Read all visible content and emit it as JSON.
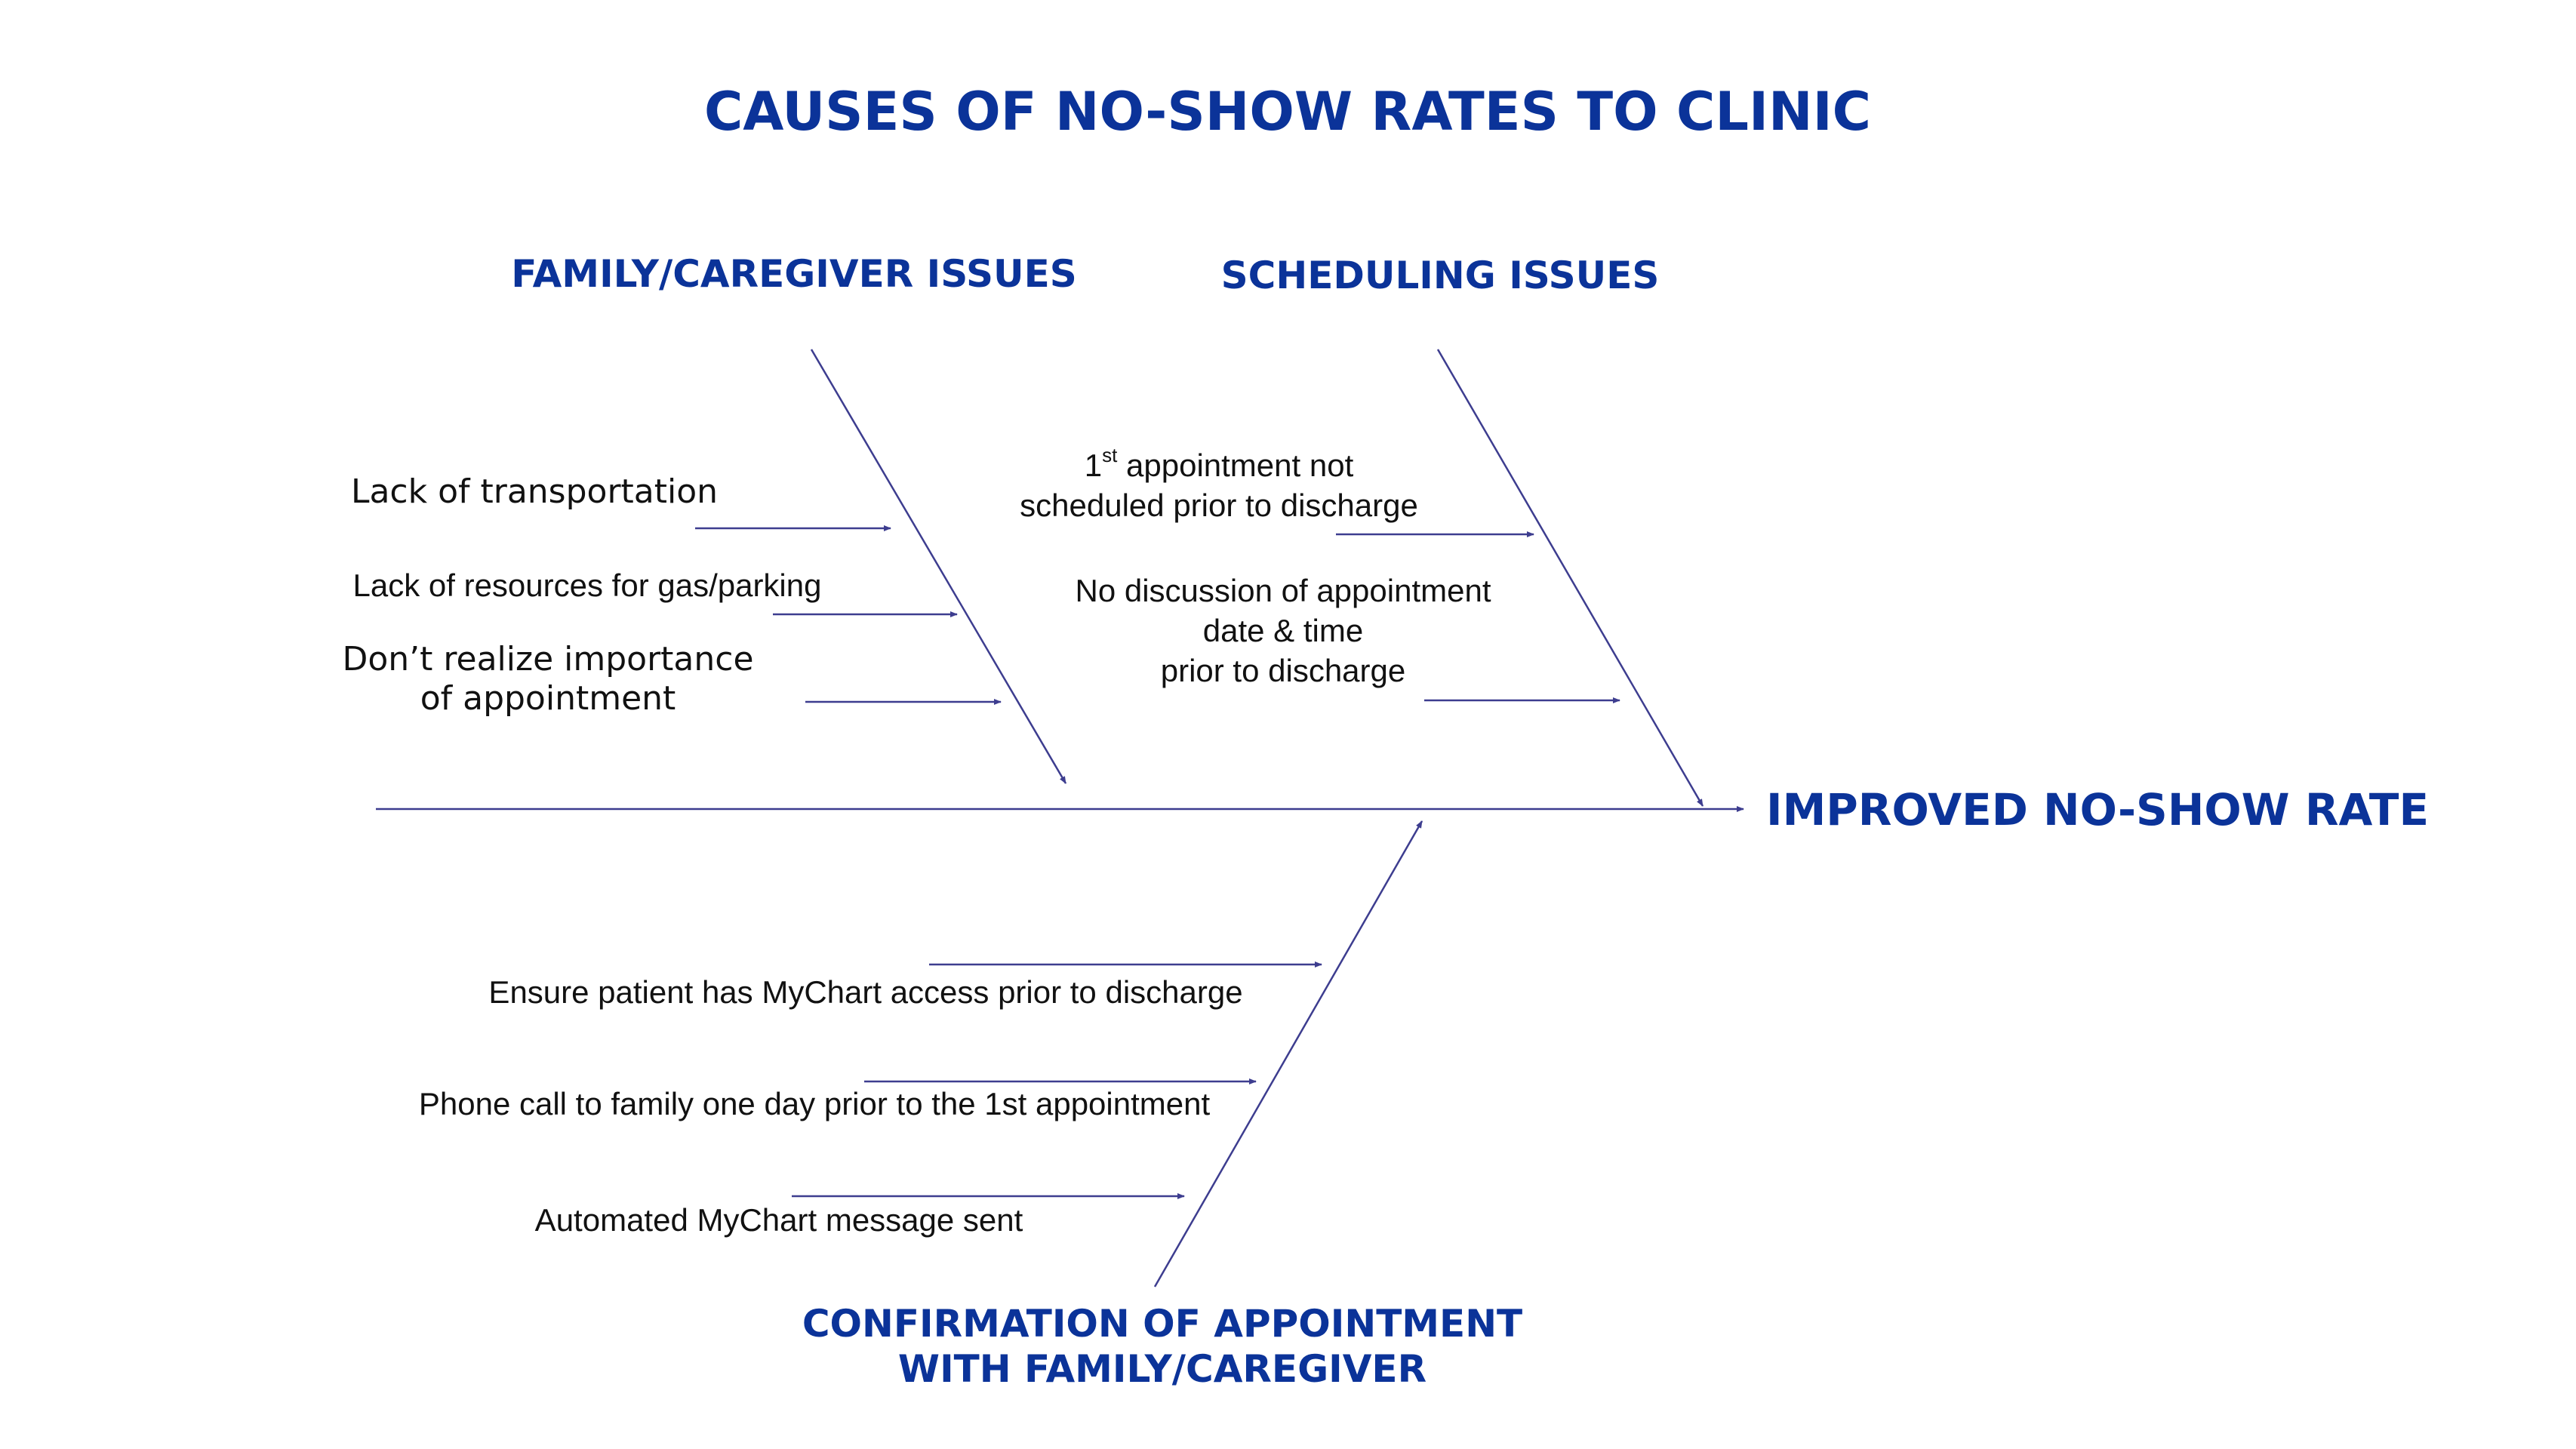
{
  "diagram": {
    "title": "CAUSES OF NO-SHOW RATES TO CLINIC",
    "effect": "IMPROVED NO-SHOW RATE",
    "colors": {
      "heading": "#0b3399",
      "text": "#111111",
      "line": "#3d3d8f"
    },
    "categories": {
      "family": {
        "label": "FAMILY/CAREGIVER ISSUES",
        "causes": [
          "Lack of transportation",
          "Lack of resources for gas/parking",
          "Don’t realize importance",
          "of appointment"
        ]
      },
      "scheduling": {
        "label": "SCHEDULING ISSUES",
        "causes": {
          "first_number": "1",
          "first_superscript": "st",
          "first_rest": " appointment not",
          "first_line2": "scheduled prior to discharge",
          "second_line1": "No discussion of appointment",
          "second_line2": "date & time",
          "second_line3": "prior to discharge"
        }
      },
      "confirmation": {
        "label_line1": "CONFIRMATION OF APPOINTMENT",
        "label_line2": "WITH FAMILY/CAREGIVER",
        "causes": [
          "Ensure patient has MyChart access prior to discharge",
          "Phone call to family one day prior to the 1st appointment",
          "Automated MyChart message sent"
        ]
      }
    }
  }
}
